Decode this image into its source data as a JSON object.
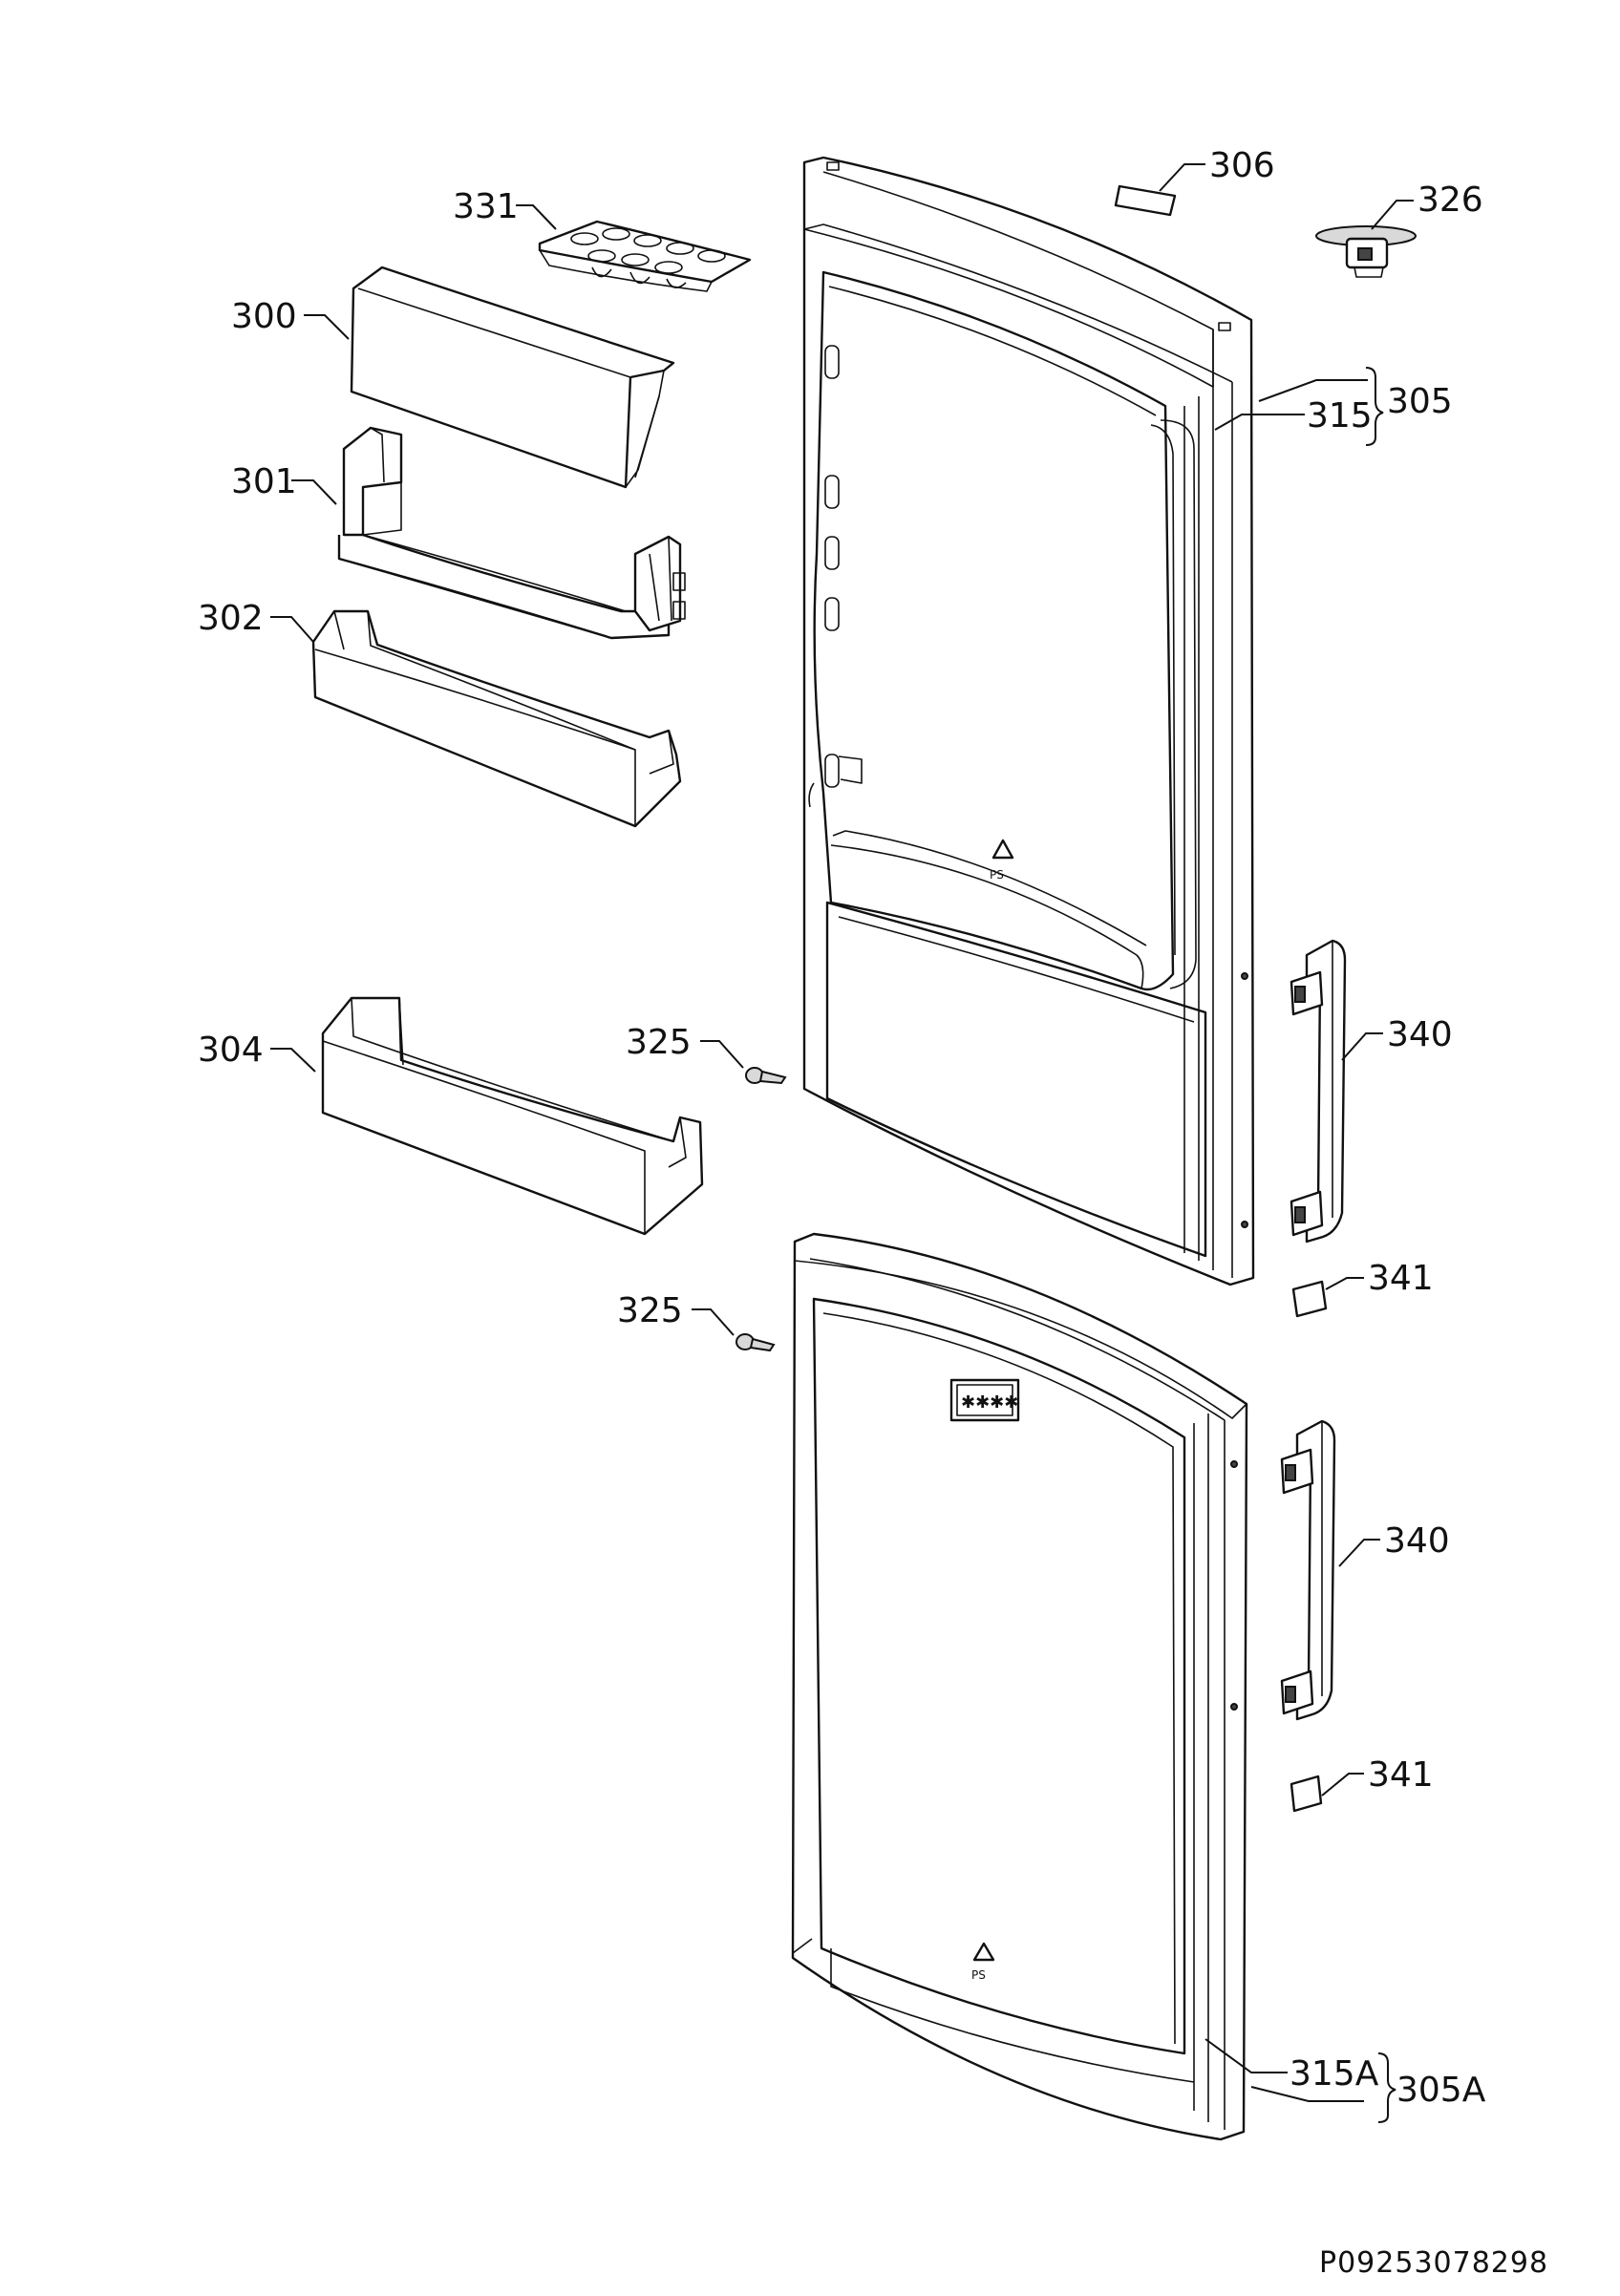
{
  "parts": {
    "p331": "331",
    "p300": "300",
    "p301": "301",
    "p302": "302",
    "p304": "304",
    "p306": "306",
    "p326": "326",
    "p315": "315",
    "p305": "305",
    "p325a": "325",
    "p325b": "325",
    "p340a": "340",
    "p341a": "341",
    "p340b": "340",
    "p341b": "341",
    "p315A": "315A",
    "p305A": "305A"
  },
  "document_id": "P09253078298"
}
